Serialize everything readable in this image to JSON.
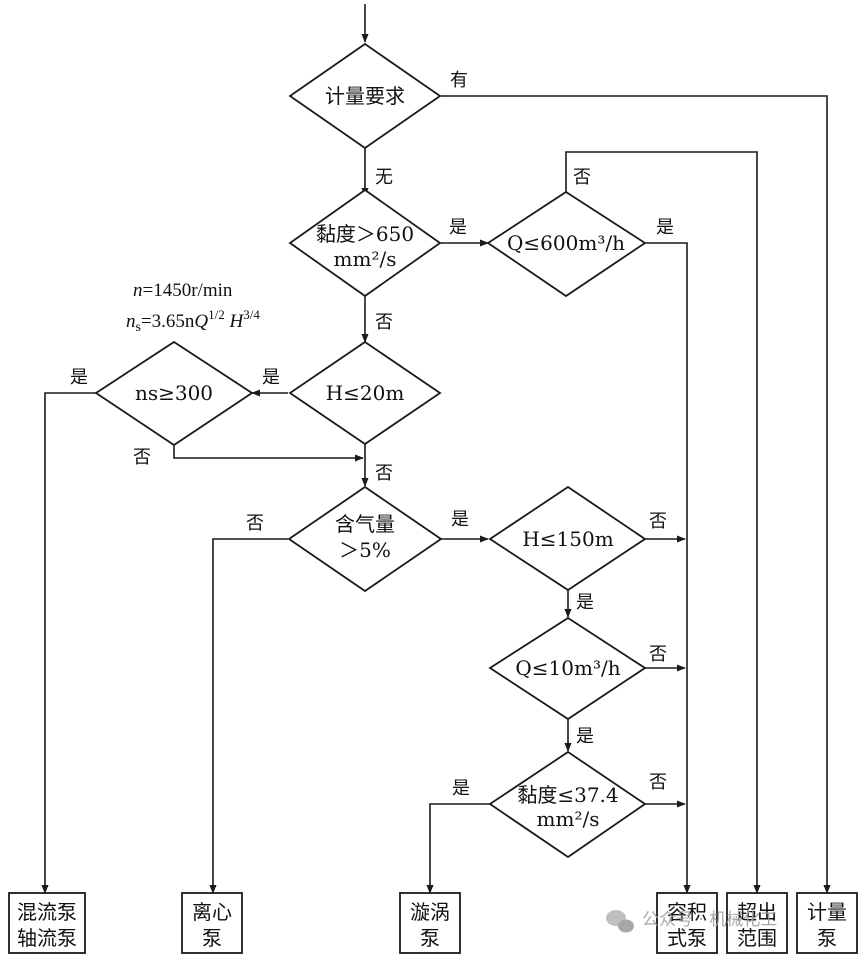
{
  "decisions": {
    "d1": "计量要求",
    "d2_line1": "黏度＞650",
    "d2_line2": "mm²/s",
    "d3": "Q≤600m³/h",
    "d4": "H≤20m",
    "d5": "ns≥300",
    "d6_line1": "含气量",
    "d6_line2": "＞5%",
    "d7": "H≤150m",
    "d8": "Q≤10m³/h",
    "d9_line1": "黏度≤37.4",
    "d9_line2": "mm²/s"
  },
  "formulas": {
    "n": "n=1450r/min",
    "ns": "ns=3.65nQ1/2 H3/4"
  },
  "edge_labels": {
    "d1_yes": "有",
    "d1_no": "无",
    "d2_yes": "是",
    "d3_no": "否",
    "d3_yes": "是",
    "d2_no": "否",
    "d4_yes": "是",
    "d5_yes": "是",
    "d5_no": "否",
    "d4_no": "否",
    "d6_yes": "是",
    "d6_no": "否",
    "d7_no": "否",
    "d7_yes": "是",
    "d8_no": "否",
    "d8_yes": "是",
    "d9_no": "否",
    "d9_yes": "是"
  },
  "outputs": {
    "mixed_l1": "混流泵",
    "mixed_l2": "轴流泵",
    "centrifugal_l1": "离心",
    "centrifugal_l2": "泵",
    "vortex_l1": "漩涡",
    "vortex_l2": "泵",
    "pd_l1": "容积",
    "pd_l2": "式泵",
    "out_l1": "超出",
    "out_l2": "范围",
    "meter_l1": "计量",
    "meter_l2": "泵"
  },
  "watermark": "公众号 · 机械化工"
}
